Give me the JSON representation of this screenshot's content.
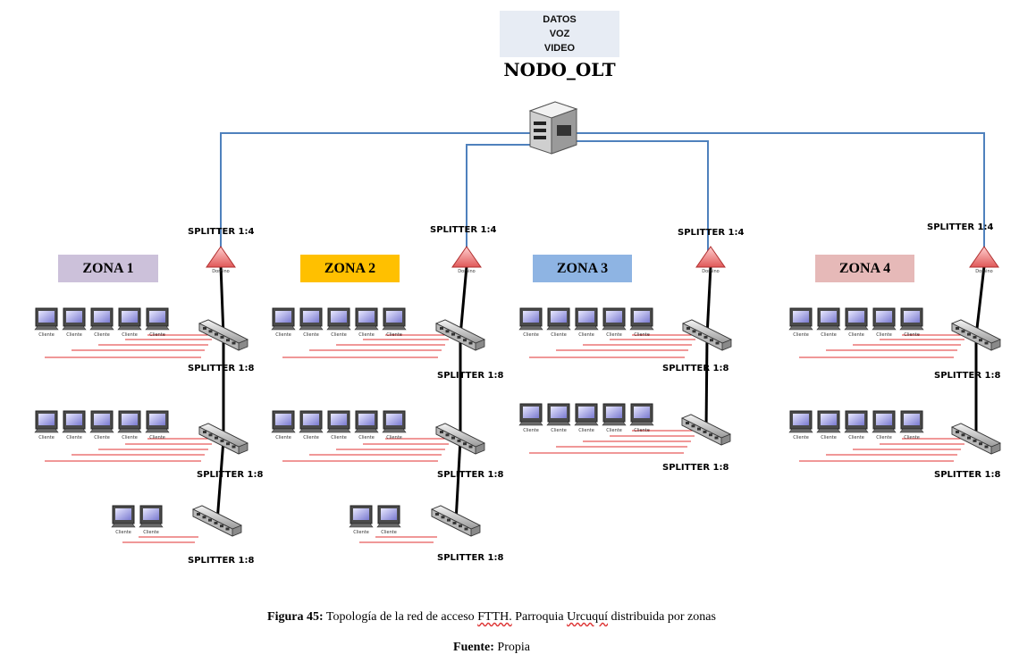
{
  "header": {
    "services": [
      "DATOS",
      "VOZ",
      "VIDEO"
    ],
    "olt_title": "NODO_OLT"
  },
  "labels": {
    "splitter_14": "SPLITTER 1:4",
    "splitter_18": "SPLITTER 1:8",
    "cliente": "Cliente",
    "domino": "Domino"
  },
  "zones": [
    {
      "name": "ZONA 1",
      "color": "#ccc1da",
      "groups": [
        5,
        5,
        2
      ]
    },
    {
      "name": "ZONA 2",
      "color": "#ffc000",
      "groups": [
        5,
        5,
        2
      ]
    },
    {
      "name": "ZONA 3",
      "color": "#8eb4e3",
      "groups": [
        5,
        5
      ]
    },
    {
      "name": "ZONA 4",
      "color": "#e6b9b8",
      "groups": [
        5,
        5
      ]
    }
  ],
  "colors": {
    "feeder_line": "#4f81bd",
    "distribution_line": "#000000",
    "drop_line": "#e03030",
    "splitter_triangle": "#f4a0a0"
  },
  "caption": {
    "figure_label": "Figura 45:",
    "figure_text_pre": " Topología de la red de acceso ",
    "figure_ftth": "FTTH.",
    "figure_text_mid": " Parroquia ",
    "figure_urcuqui": "Urcuquí",
    "figure_text_post": " distribuida por zonas",
    "source_label": "Fuente:",
    "source_text": " Propia"
  }
}
